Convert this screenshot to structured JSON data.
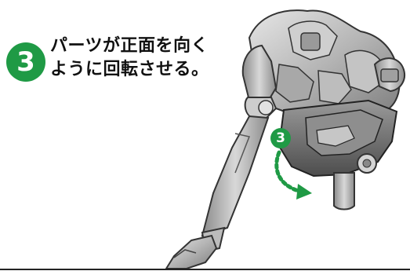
{
  "step": {
    "number": "3",
    "instruction_line1": "パーツが正面を向く",
    "instruction_line2": "ように回転させる。"
  },
  "callout": {
    "number": "3"
  },
  "colors": {
    "accent_green": "#1f9a45",
    "figure_gray": "#b9b9b9",
    "figure_dark": "#6a6a6a"
  },
  "icons": {
    "rotation_arrow": "curved-dotted-arrow-icon"
  }
}
